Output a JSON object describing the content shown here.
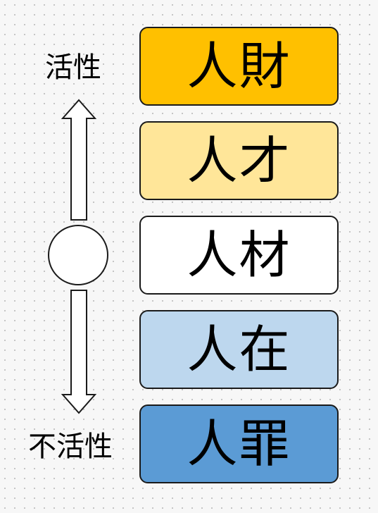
{
  "labels": {
    "top": "活性",
    "bottom": "不活性"
  },
  "levels": [
    {
      "text": "人財",
      "fill": "#ffc000"
    },
    {
      "text": "人才",
      "fill": "#ffe699"
    },
    {
      "text": "人材",
      "fill": "#ffffff"
    },
    {
      "text": "人在",
      "fill": "#bdd7ee"
    },
    {
      "text": "人罪",
      "fill": "#5b9bd5"
    }
  ]
}
